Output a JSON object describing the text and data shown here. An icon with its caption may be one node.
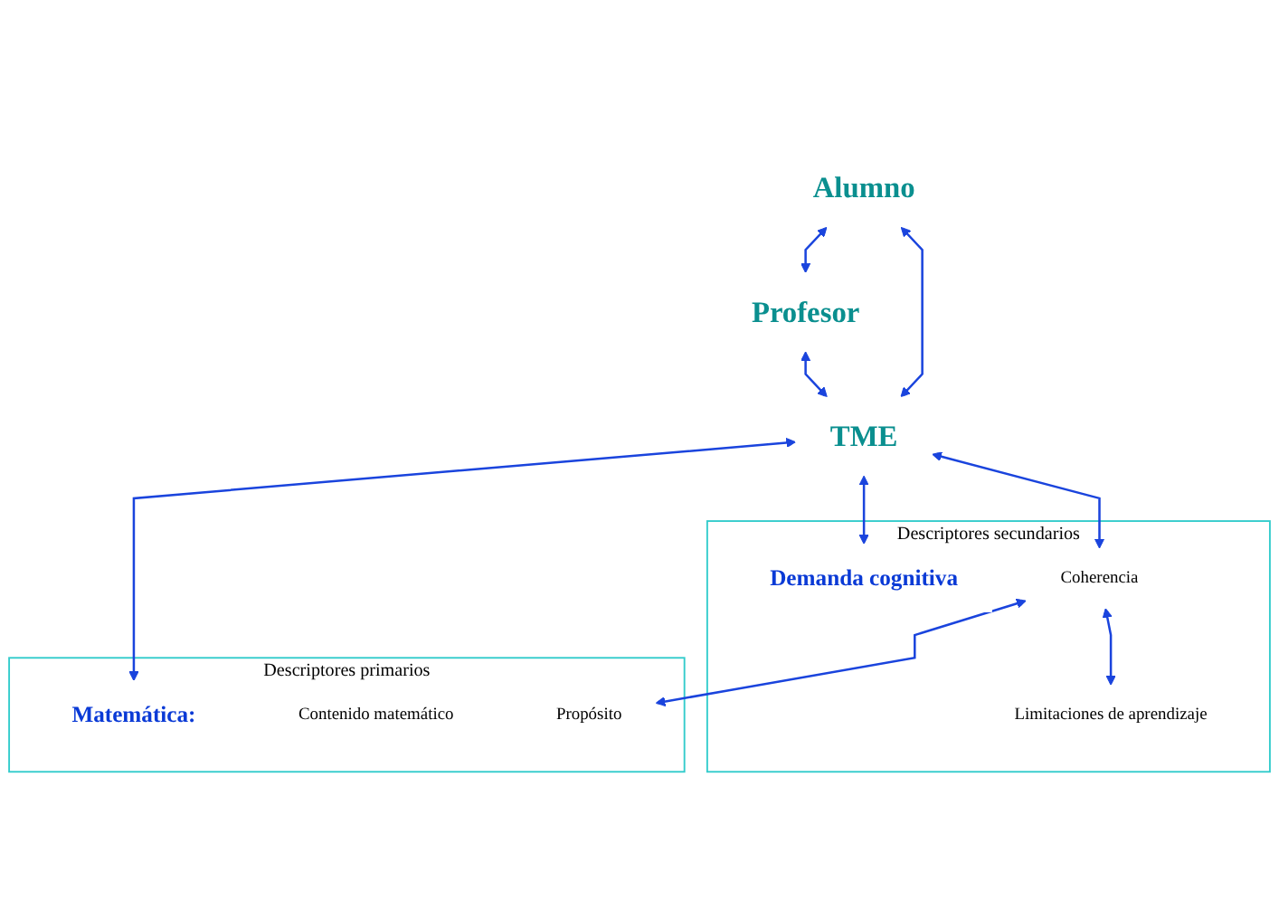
{
  "diagram": {
    "nodes": [
      {
        "text": [
          "Alumno"
        ]
      },
      {
        "text": [
          "Profesor"
        ]
      },
      {
        "text": [
          "TME"
        ]
      },
      {
        "text": [
          "Descriptores primarios"
        ]
      },
      {
        "text": [
          "Matemática:"
        ],
        "in": 3
      },
      {
        "text": [
          "Contenido matemático"
        ],
        "in": 3
      },
      {
        "text": [
          "Propósito"
        ],
        "in": 3
      },
      {
        "text": [
          "Descriptores secundarios"
        ]
      },
      {
        "text": [
          "Demanda cognitiva"
        ],
        "in": 7
      },
      {
        "text": [
          "Coherencia"
        ],
        "in": 7
      },
      {
        "text": [
          "Limitaciones de aprendizaje"
        ],
        "in": 7
      }
    ],
    "edges": [
      {
        "from": 0,
        "to": 1,
        "arrow": "both"
      },
      {
        "from": 0,
        "to": 2,
        "arrow": "both"
      },
      {
        "from": 1,
        "to": 2,
        "arrow": "both"
      },
      {
        "from": 2,
        "to": 4,
        "arrow": "both"
      },
      {
        "from": 2,
        "to": 8,
        "arrow": "both"
      },
      {
        "from": 2,
        "to": 9,
        "arrow": "both"
      },
      {
        "from": 9,
        "to": 6,
        "arrow": "both"
      },
      {
        "from": 9,
        "to": 10,
        "arrow": "both"
      }
    ]
  }
}
